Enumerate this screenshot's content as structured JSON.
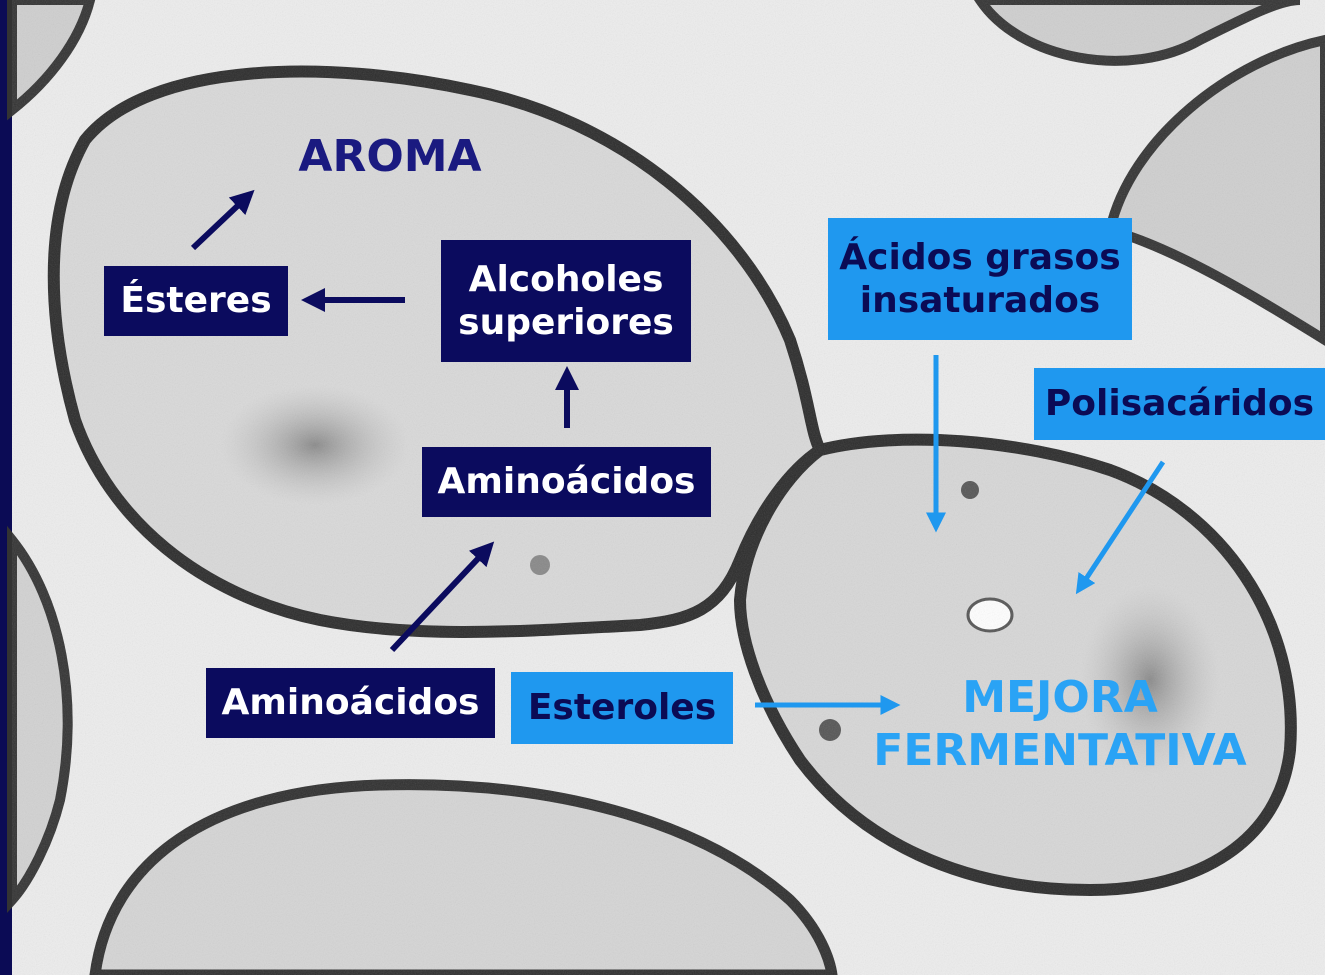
{
  "labels": {
    "aroma": "AROMA",
    "esteres": "Ésteres",
    "alcoholes_line1": "Alcoholes",
    "alcoholes_line2": "superiores",
    "aminoacidos_inner": "Aminoácidos",
    "aminoacidos_outer": "Aminoácidos",
    "acidos_line1": "Ácidos grasos",
    "acidos_line2": "insaturados",
    "polisacaridos": "Polisacáridos",
    "esteroles": "Esteroles",
    "mejora_line1": "MEJORA",
    "mejora_line2": "FERMENTATIVA"
  },
  "colors": {
    "frame": "#0b0b55",
    "dark_box": "#0b0b5e",
    "light_box": "#1f98ef",
    "dark_arrow": "#0b0b5e",
    "light_arrow": "#1f98ef",
    "background": "#efefef",
    "cell_wall": "#3a3a3a"
  }
}
